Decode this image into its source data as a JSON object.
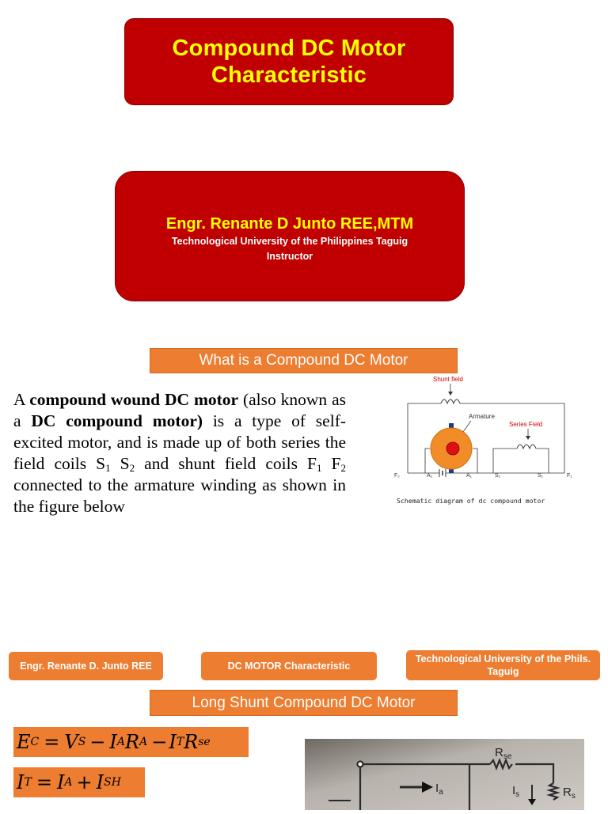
{
  "title": {
    "line1": "Compound DC Motor",
    "line2": "Characteristic"
  },
  "author": {
    "name": "Engr. Renante D Junto  REE,MTM",
    "institution": "Technological University of the Philippines Taguig",
    "role": "Instructor"
  },
  "section1": {
    "heading": "What is a Compound DC Motor",
    "text": {
      "p1": "A ",
      "b1": "compound wound DC motor",
      "p2": " (also known as a ",
      "b2": "DC compound motor)",
      "p3": " is a type of self-excited motor, and is made up of both series the field coils S",
      "s1": "1",
      "p4": " S",
      "s2": "2",
      "p5": " and shunt field coils F",
      "s3": "1",
      "p6": " F",
      "s4": "2",
      "p7": " connected to the armature winding as shown in the figure below"
    }
  },
  "diagram": {
    "shunt_label": "Shunt field",
    "armature_label": "Armature",
    "series_label": "Series Field",
    "f2": "F₂",
    "a2": "A₂",
    "a1": "A₁",
    "s2": "S₂",
    "s1": "S₁",
    "f1": "F₁",
    "caption": "Schematic diagram of dc compound motor"
  },
  "footer": {
    "left": "Engr. Renante D. Junto REE",
    "center": "DC MOTOR Characteristic",
    "right": "Technological University of the Phils. Taguig"
  },
  "section2": {
    "heading": "Long Shunt Compound DC Motor"
  },
  "equations": {
    "eq1": {
      "lhs": "E",
      "lhs_sub": "C",
      "v": "V",
      "v_sub": "S",
      "ia": "I",
      "ia_sub": "A",
      "ra": "R",
      "ra_sub": "A",
      "it": "I",
      "it_sub": "T",
      "rse": "R",
      "rse_sub": "se"
    },
    "eq2": {
      "lhs": "I",
      "lhs_sub": "T",
      "ia": "I",
      "ia_sub": "A",
      "ish": "I",
      "ish_sub": "SH"
    }
  },
  "photo": {
    "label_rse": "R",
    "label_rse_sub": "se",
    "label_ia": "I",
    "label_ia_sub": "a",
    "label_ish": "I",
    "label_ish_sub": "s",
    "label_rsh": "R",
    "label_rsh_sub": "s"
  },
  "colors": {
    "title_bg": "#c00000",
    "title_text": "#ffff00",
    "banner_bg": "#ed7d31",
    "armature": "#f28c28"
  }
}
